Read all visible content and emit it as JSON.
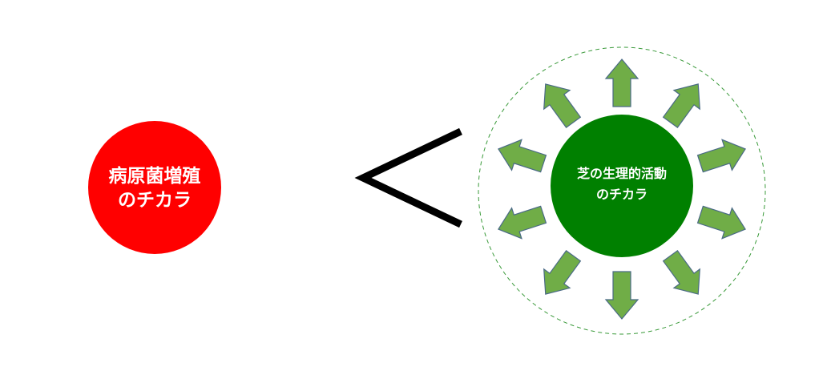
{
  "pathogen": {
    "line1": "病原菌増殖",
    "line2": "のチカラ",
    "fill": "#ff0000"
  },
  "comparison": {
    "symbol": "less-than",
    "stroke": "#000000"
  },
  "turf": {
    "line1": "芝の生理的活動",
    "line2": "のチカラ",
    "fill": "#008000",
    "arrow_fill": "#70ad47",
    "arrow_stroke": "#4a6a86",
    "boundary_stroke": "#3a9a3a",
    "arrow_count": 10
  }
}
